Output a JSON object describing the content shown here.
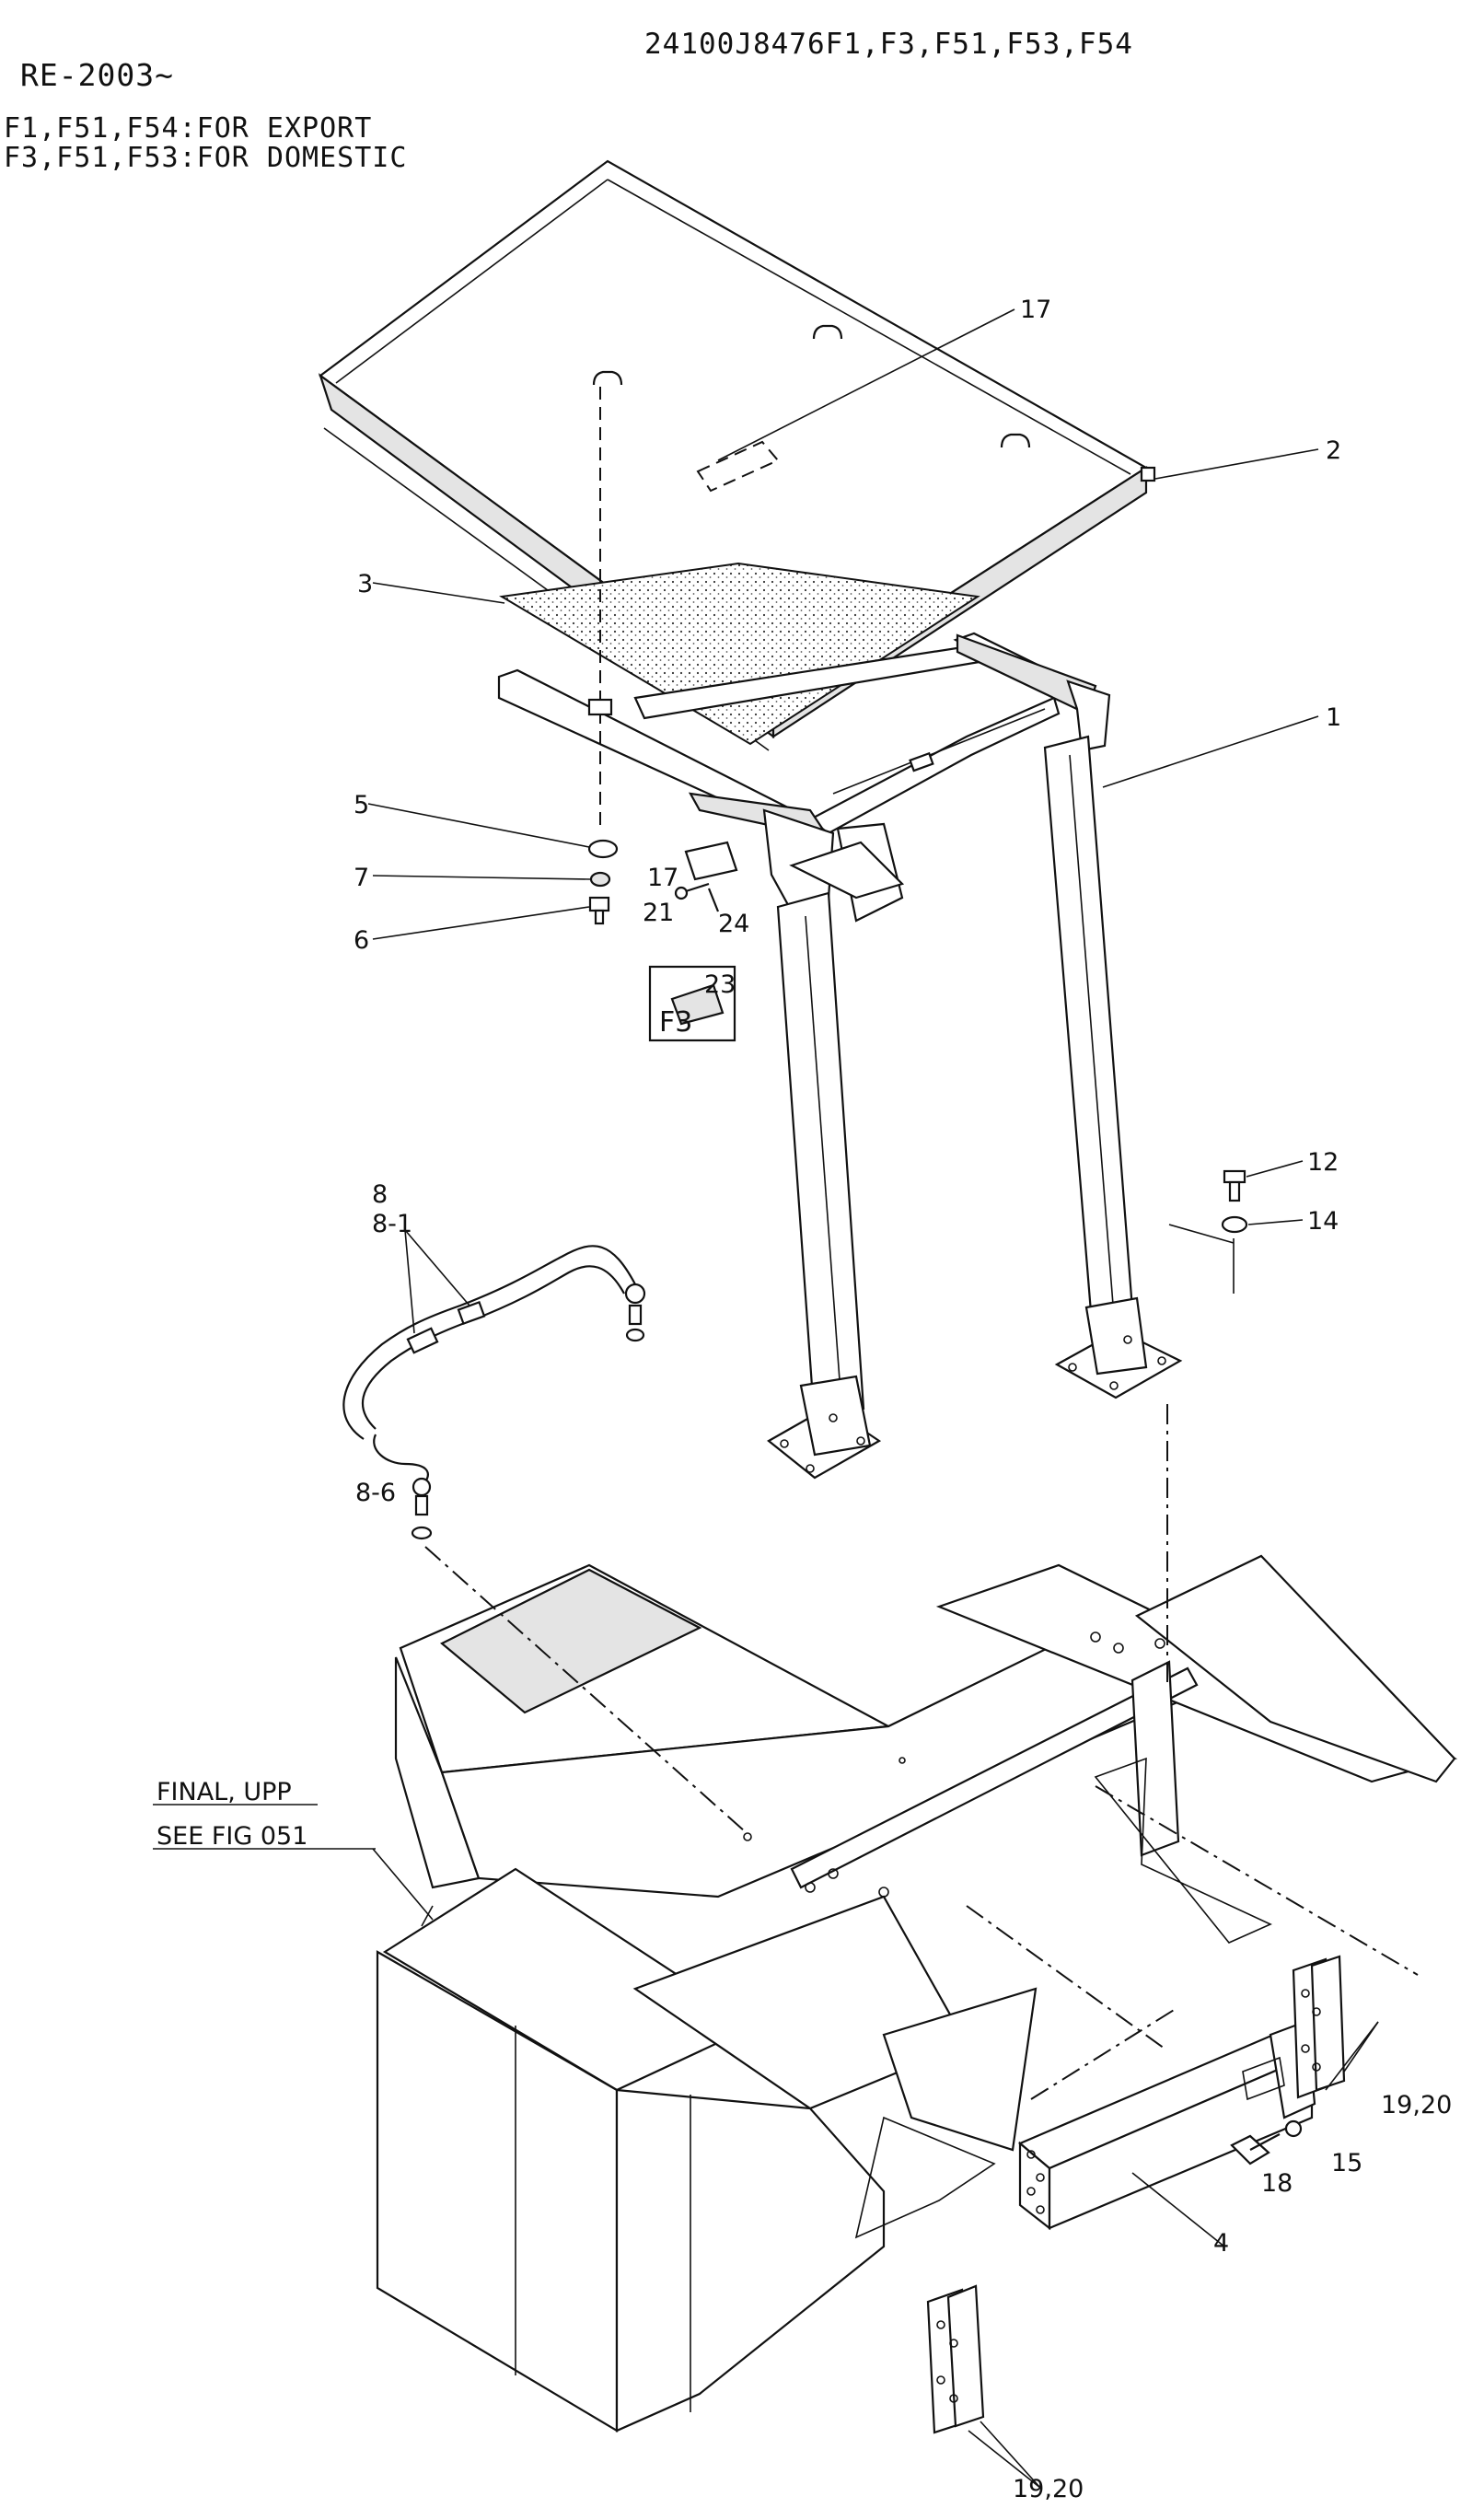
{
  "header": {
    "part_number": "24100J8476F1,F3,F51,F53,F54",
    "serial_range": "RE-2003~",
    "note_export": "F1,F51,F54:FOR EXPORT",
    "note_domestic": "F3,F51,F53:FOR DOMESTIC"
  },
  "callouts": {
    "c1": "1",
    "c2": "2",
    "c3": "3",
    "c4": "4",
    "c5": "5",
    "c6": "6",
    "c7": "7",
    "c8": "8",
    "c8_1": "8-1",
    "c8_6": "8-6",
    "c12": "12",
    "c14": "14",
    "c15": "15",
    "c17_top": "17",
    "c17_mid": "17",
    "c18": "18",
    "c19_20_right": "19,20",
    "c19_20_bottom": "19,20",
    "c21": "21",
    "c23": "23",
    "c24": "24"
  },
  "inset": {
    "variant": "F3"
  },
  "reference": {
    "line1": "FINAL, UPP",
    "line2": "SEE FIG 051"
  }
}
